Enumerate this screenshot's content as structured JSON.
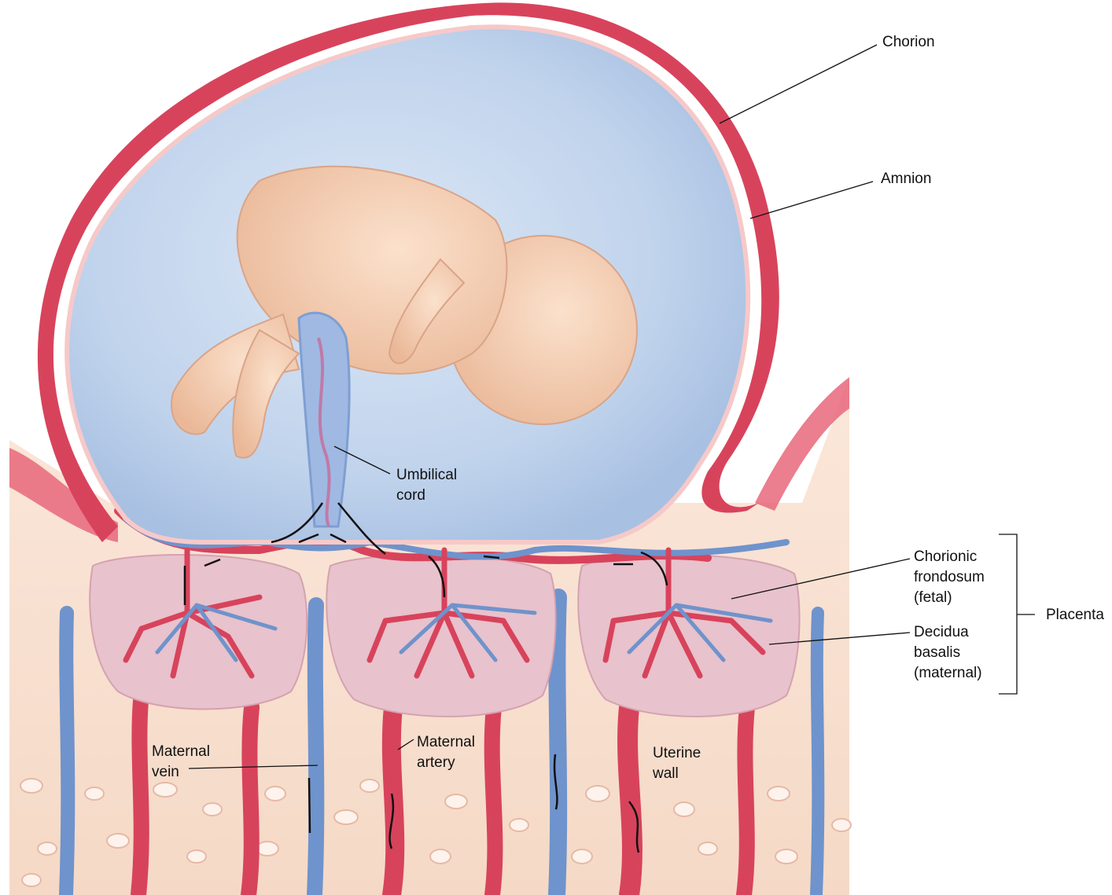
{
  "labels": {
    "chorion": "Chorion",
    "amnion": "Amnion",
    "umbilical_cord": [
      "Umbilical",
      "cord"
    ],
    "chorionic_frondosum": [
      "Chorionic",
      "frondosum",
      "(fetal)"
    ],
    "decidua_basalis": [
      "Decidua",
      "basalis",
      "(maternal)"
    ],
    "placenta": "Placenta",
    "maternal_vein": [
      "Maternal",
      "vein"
    ],
    "maternal_artery": [
      "Maternal",
      "artery"
    ],
    "uterine_wall": [
      "Uterine",
      "wall"
    ]
  },
  "colors": {
    "artery_red": "#d8435c",
    "vein_blue": "#6f93cc",
    "amniotic_fluid": "#bcd0ea",
    "tissue": "#f6dccb",
    "fetus_skin": "#f2c9ad",
    "decidua": "#e8c2cc"
  }
}
